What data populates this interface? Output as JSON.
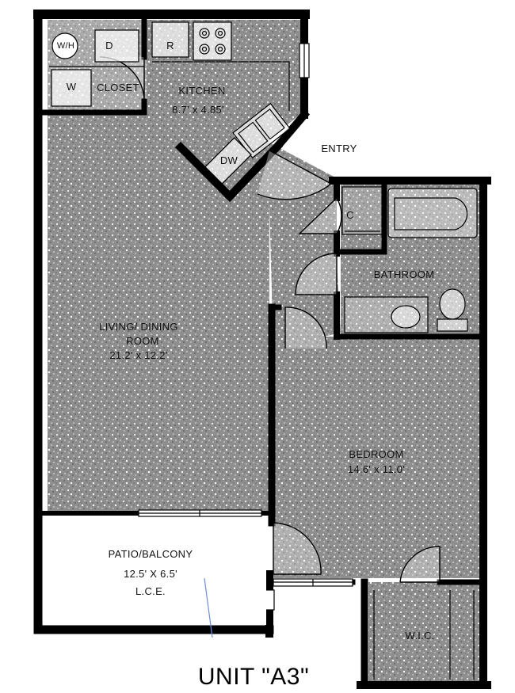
{
  "plan": {
    "unit_title": "UNIT \"A3\"",
    "rooms": {
      "kitchen": {
        "name": "KITCHEN",
        "dims": "8.7' x 4.85'"
      },
      "closet": {
        "name": "CLOSET"
      },
      "living": {
        "name_line1": "LIVING/ DINING",
        "name_line2": "ROOM",
        "dims": "21.2' x 12.2'"
      },
      "bathroom": {
        "name": "BATHROOM"
      },
      "bedroom": {
        "name": "BEDROOM",
        "dims": "14.6' x 11.0'"
      },
      "patio": {
        "name": "PATIO/BALCONY",
        "dims": "12.5' X 6.5'",
        "note": "L.C.E."
      },
      "wic": {
        "name": "W.I.C."
      },
      "entry": {
        "name": "ENTRY"
      }
    },
    "fixtures": {
      "water_heater": "W/H",
      "dryer": "D",
      "washer": "W",
      "refrigerator": "R",
      "dishwasher": "DW",
      "coat_closet": "C"
    }
  }
}
